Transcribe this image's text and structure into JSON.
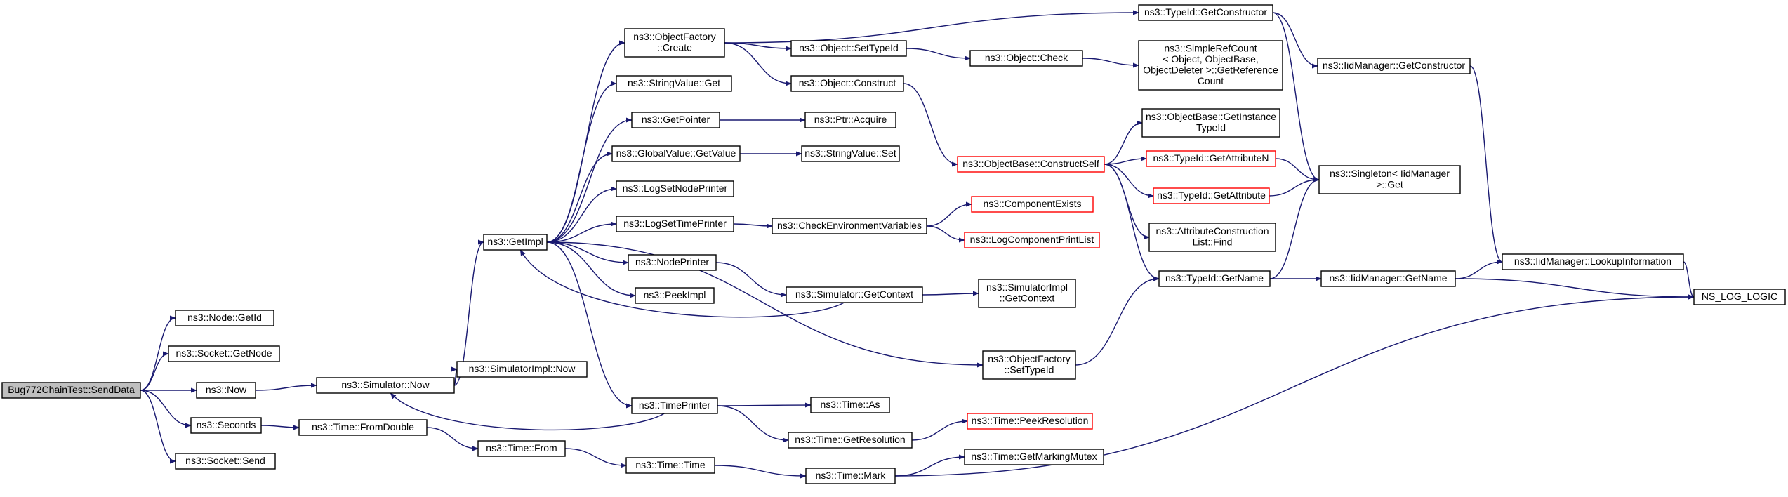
{
  "colors": {
    "edge": "#191970",
    "root_fill": "#bfbfbf",
    "red_border": "#ff0000",
    "node_border": "#000000"
  },
  "nodes": [
    {
      "id": "root",
      "lines": [
        "Bug772ChainTest::SendData"
      ],
      "style": "root"
    },
    {
      "id": "getid",
      "lines": [
        "ns3::Node::GetId"
      ]
    },
    {
      "id": "getnode",
      "lines": [
        "ns3::Socket::GetNode"
      ]
    },
    {
      "id": "now",
      "lines": [
        "ns3::Now"
      ]
    },
    {
      "id": "seconds",
      "lines": [
        "ns3::Seconds"
      ]
    },
    {
      "id": "send",
      "lines": [
        "ns3::Socket::Send"
      ]
    },
    {
      "id": "simnow",
      "lines": [
        "ns3::Simulator::Now"
      ]
    },
    {
      "id": "fromdouble",
      "lines": [
        "ns3::Time::FromDouble"
      ]
    },
    {
      "id": "simimplnow",
      "lines": [
        "ns3::SimulatorImpl::Now"
      ]
    },
    {
      "id": "from",
      "lines": [
        "ns3::Time::From"
      ]
    },
    {
      "id": "getimpl",
      "lines": [
        "ns3::GetImpl"
      ]
    },
    {
      "id": "time",
      "lines": [
        "ns3::Time::Time"
      ]
    },
    {
      "id": "ofcreate",
      "lines": [
        "ns3::ObjectFactory",
        "::Create"
      ]
    },
    {
      "id": "strget",
      "lines": [
        "ns3::StringValue::Get"
      ]
    },
    {
      "id": "getpointer",
      "lines": [
        "ns3::GetPointer"
      ]
    },
    {
      "id": "gvgetvalue",
      "lines": [
        "ns3::GlobalValue::GetValue"
      ]
    },
    {
      "id": "lognode",
      "lines": [
        "ns3::LogSetNodePrinter"
      ]
    },
    {
      "id": "logtime",
      "lines": [
        "ns3::LogSetTimePrinter"
      ]
    },
    {
      "id": "nodeprinter",
      "lines": [
        "ns3::NodePrinter"
      ]
    },
    {
      "id": "peekimpl",
      "lines": [
        "ns3::PeekImpl"
      ]
    },
    {
      "id": "timeprinter",
      "lines": [
        "ns3::TimePrinter"
      ]
    },
    {
      "id": "settypeid",
      "lines": [
        "ns3::Object::SetTypeId"
      ]
    },
    {
      "id": "construct",
      "lines": [
        "ns3::Object::Construct"
      ]
    },
    {
      "id": "ptracquire",
      "lines": [
        "ns3::Ptr::Acquire"
      ]
    },
    {
      "id": "strset",
      "lines": [
        "ns3::StringValue::Set"
      ]
    },
    {
      "id": "checkenv",
      "lines": [
        "ns3::CheckEnvironmentVariables"
      ]
    },
    {
      "id": "simgetctx",
      "lines": [
        "ns3::Simulator::GetContext"
      ]
    },
    {
      "id": "timeas",
      "lines": [
        "ns3::Time::As"
      ]
    },
    {
      "id": "getres",
      "lines": [
        "ns3::Time::GetResolution"
      ]
    },
    {
      "id": "mark",
      "lines": [
        "ns3::Time::Mark"
      ]
    },
    {
      "id": "objcheck",
      "lines": [
        "ns3::Object::Check"
      ]
    },
    {
      "id": "constructself",
      "lines": [
        "ns3::ObjectBase::ConstructSelf"
      ],
      "style": "red"
    },
    {
      "id": "compexists",
      "lines": [
        "ns3::ComponentExists"
      ],
      "style": "red"
    },
    {
      "id": "logcompprint",
      "lines": [
        "ns3::LogComponentPrintList"
      ],
      "style": "red"
    },
    {
      "id": "simimplgetctx",
      "lines": [
        "ns3::SimulatorImpl",
        "::GetContext"
      ]
    },
    {
      "id": "ofsettypeid",
      "lines": [
        "ns3::ObjectFactory",
        "::SetTypeId"
      ]
    },
    {
      "id": "peekres",
      "lines": [
        "ns3::Time::PeekResolution"
      ],
      "style": "red"
    },
    {
      "id": "markingmutex",
      "lines": [
        "ns3::Time::GetMarkingMutex"
      ]
    },
    {
      "id": "getctor",
      "lines": [
        "ns3::TypeId::GetConstructor"
      ]
    },
    {
      "id": "simplerefcount",
      "lines": [
        "ns3::SimpleRefCount",
        "< Object, ObjectBase,",
        "ObjectDeleter >::GetReference",
        "Count"
      ]
    },
    {
      "id": "getinsttypeid",
      "lines": [
        "ns3::ObjectBase::GetInstance",
        "TypeId"
      ]
    },
    {
      "id": "getattrn",
      "lines": [
        "ns3::TypeId::GetAttributeN"
      ],
      "style": "red"
    },
    {
      "id": "getattr",
      "lines": [
        "ns3::TypeId::GetAttribute"
      ],
      "style": "red"
    },
    {
      "id": "attrfind",
      "lines": [
        "ns3::AttributeConstruction",
        "List::Find"
      ]
    },
    {
      "id": "getname",
      "lines": [
        "ns3::TypeId::GetName"
      ]
    },
    {
      "id": "iidgetctor",
      "lines": [
        "ns3::IidManager::GetConstructor"
      ]
    },
    {
      "id": "singleton",
      "lines": [
        "ns3::Singleton< IidManager",
        ">::Get"
      ]
    },
    {
      "id": "iidgetname",
      "lines": [
        "ns3::IidManager::GetName"
      ]
    },
    {
      "id": "lookup",
      "lines": [
        "ns3::IidManager::LookupInformation"
      ]
    },
    {
      "id": "nslog",
      "lines": [
        "NS_LOG_LOGIC"
      ]
    }
  ],
  "edges": [
    [
      "root",
      "getid"
    ],
    [
      "root",
      "getnode"
    ],
    [
      "root",
      "now"
    ],
    [
      "root",
      "seconds"
    ],
    [
      "root",
      "send"
    ],
    [
      "now",
      "simnow"
    ],
    [
      "seconds",
      "fromdouble"
    ],
    [
      "simnow",
      "simimplnow"
    ],
    [
      "simnow",
      "getimpl"
    ],
    [
      "fromdouble",
      "from"
    ],
    [
      "from",
      "time"
    ],
    [
      "time",
      "mark"
    ],
    [
      "getimpl",
      "ofcreate"
    ],
    [
      "getimpl",
      "strget"
    ],
    [
      "getimpl",
      "getpointer"
    ],
    [
      "getimpl",
      "gvgetvalue"
    ],
    [
      "getimpl",
      "lognode"
    ],
    [
      "getimpl",
      "logtime"
    ],
    [
      "getimpl",
      "nodeprinter"
    ],
    [
      "getimpl",
      "peekimpl"
    ],
    [
      "getimpl",
      "timeprinter"
    ],
    [
      "getimpl",
      "ofsettypeid"
    ],
    [
      "ofcreate",
      "getctor"
    ],
    [
      "ofcreate",
      "settypeid"
    ],
    [
      "ofcreate",
      "construct"
    ],
    [
      "settypeid",
      "objcheck"
    ],
    [
      "construct",
      "constructself"
    ],
    [
      "getpointer",
      "ptracquire"
    ],
    [
      "gvgetvalue",
      "strset"
    ],
    [
      "logtime",
      "checkenv"
    ],
    [
      "nodeprinter",
      "simgetctx"
    ],
    [
      "simgetctx",
      "getimpl"
    ],
    [
      "simgetctx",
      "simimplgetctx"
    ],
    [
      "timeprinter",
      "simnow"
    ],
    [
      "timeprinter",
      "timeas"
    ],
    [
      "timeprinter",
      "getres"
    ],
    [
      "checkenv",
      "compexists"
    ],
    [
      "checkenv",
      "logcompprint"
    ],
    [
      "getres",
      "peekres"
    ],
    [
      "mark",
      "markingmutex"
    ],
    [
      "mark",
      "nslog"
    ],
    [
      "objcheck",
      "simplerefcount"
    ],
    [
      "constructself",
      "getinsttypeid"
    ],
    [
      "constructself",
      "getattrn"
    ],
    [
      "constructself",
      "getattr"
    ],
    [
      "constructself",
      "attrfind"
    ],
    [
      "constructself",
      "getname"
    ],
    [
      "ofsettypeid",
      "getname"
    ],
    [
      "getctor",
      "iidgetctor"
    ],
    [
      "getctor",
      "singleton"
    ],
    [
      "getattrn",
      "singleton"
    ],
    [
      "getattr",
      "singleton"
    ],
    [
      "getname",
      "singleton"
    ],
    [
      "getname",
      "iidgetname"
    ],
    [
      "iidgetctor",
      "lookup"
    ],
    [
      "iidgetname",
      "lookup"
    ],
    [
      "iidgetname",
      "nslog"
    ],
    [
      "lookup",
      "nslog"
    ]
  ]
}
